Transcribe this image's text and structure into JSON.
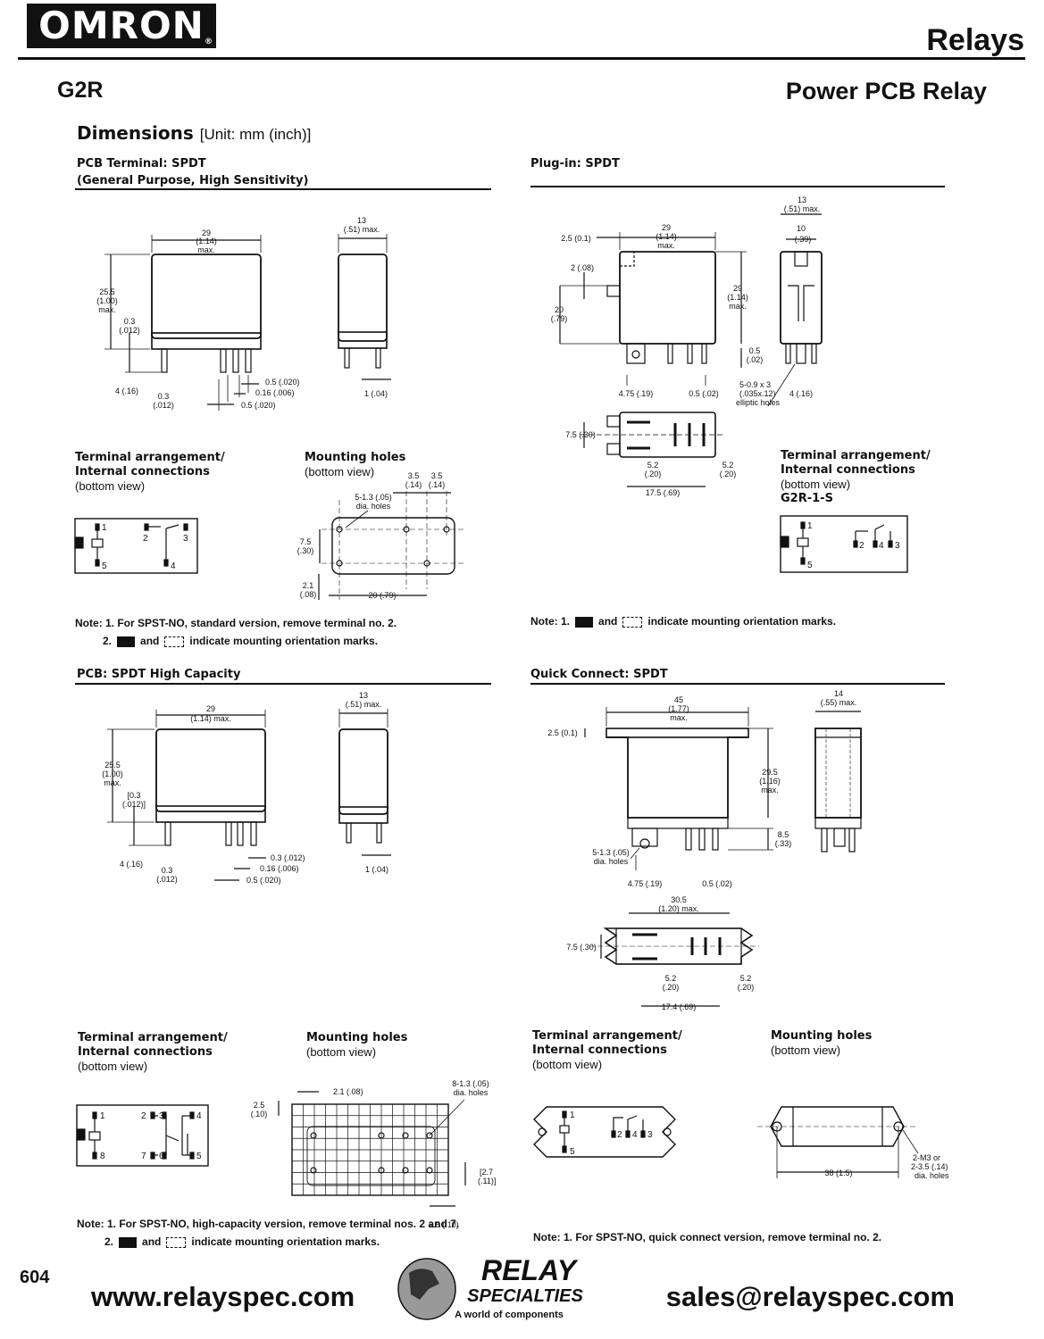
{
  "header": {
    "logo": "OMRON",
    "logo_reg": "®",
    "category": "Relays",
    "model": "G2R",
    "product": "Power PCB Relay"
  },
  "dimensions": {
    "title": "Dimensions",
    "unit": "[Unit: mm (inch)]"
  },
  "sections": {
    "pcb_spdt": {
      "title": "PCB Terminal: SPDT",
      "subtitle": "(General Purpose, High Sensitivity)"
    },
    "plugin_spdt": {
      "title": "Plug-in: SPDT"
    },
    "pcb_hc": {
      "title": "PCB: SPDT High Capacity"
    },
    "qc_spdt": {
      "title": "Quick Connect: SPDT"
    }
  },
  "subheads": {
    "term1": {
      "bold1": "Terminal arrangement/",
      "bold2": "Internal connections",
      "normal": "(bottom view)"
    },
    "mount1": {
      "bold": "Mounting holes",
      "normal": "(bottom view)"
    },
    "term2": {
      "bold1": "Terminal arrangement/",
      "bold2": "Internal connections",
      "normal": "(bottom view)",
      "model": "G2R-1-S"
    },
    "term3": {
      "bold1": "Terminal arrangement/",
      "bold2": "Internal connections",
      "normal": "(bottom view)"
    },
    "mount3": {
      "bold": "Mounting holes",
      "normal": "(bottom view)"
    },
    "term4": {
      "bold1": "Terminal arrangement/",
      "bold2": "Internal connections",
      "normal": "(bottom view)"
    },
    "mount4": {
      "bold": "Mounting holes",
      "normal": "(bottom view)"
    }
  },
  "notes": {
    "n1a": "Note: 1. For SPST-NO, standard version, remove terminal no. 2.",
    "n1b_pre": "2.",
    "n1b_and": "and",
    "n1b_post": "indicate mounting orientation marks.",
    "n2_pre": "Note: 1.",
    "n2_and": "and",
    "n2_post": "indicate mounting orientation marks.",
    "n3a": "Note: 1. For SPST-NO, high-capacity version, remove terminal nos. 2 and 7.",
    "n3b_pre": "2.",
    "n3b_and": "and",
    "n3b_post": "indicate mounting orientation marks.",
    "n4": "Note: 1. For SPST-NO, quick connect version, remove terminal no. 2."
  },
  "labels": {
    "d29": "29",
    "d114": "(1.14)",
    "max": "max.",
    "d13": "13",
    "d51max": "(.51) max.",
    "d255": "25.5",
    "d100": "(1.00)",
    "d03": "0.3",
    "d012": "(.012)",
    "d4": "4 (.16)",
    "d05_020": "0.5 (.020)",
    "d016": "0.16 (.006)",
    "d1": "1 (.04)",
    "d25_01": "2.5 (0.1)",
    "d2_08": "2 (.08)",
    "d20": "20",
    "d79": "(.79)",
    "d29b": "29",
    "d114b": "(1.14)",
    "d05": "0.5",
    "d02": "(.02)",
    "d475": "4.75 (.19)",
    "d05_02": "0.5 (.02)",
    "d10": "10",
    "d39": "(.39)",
    "ellip1": "5-0.9 x 3",
    "ellip2": "(.035x.12)",
    "ellip3": "elliptic holes",
    "d75_30": "7.5 (.30)",
    "d52": "5.2",
    "d20b": "(.20)",
    "d175": "17.5 (.69)",
    "d35": "3.5",
    "d14": "(.14)",
    "h513": "5-1.3 (.05)",
    "dia": "dia. holes",
    "d75": "7.5",
    "d30": "(.30)",
    "d21": "2.1",
    "d08": "(.08)",
    "d20_79": "20 (.79)",
    "d114max": "(1.14) max.",
    "d03b": "[0.3",
    "d012b": "(.012)]",
    "d03_012": "0.3 (.012)",
    "d45": "45",
    "d177": "(1.77)",
    "d14w": "14",
    "d55max": "(.55) max.",
    "d295": "29.5",
    "d116": "(1.16)",
    "d85": "8.5",
    "d33": "(.33)",
    "d305": "30.5",
    "d120max": "(1.20) max.",
    "d174": "17.4 (.69)",
    "d21_08": "2.1 (.08)",
    "d25": "2.5",
    "d10b": "(.10)",
    "h813": "8-1.3 (.05)",
    "d27": "[2.7",
    "d11": "(.11)]",
    "d25_10": "2.5 (.10)",
    "m3a": "2-M3 or",
    "m3b": "2-3.5 (.14)",
    "m3c": "dia. holes",
    "d38": "38 (1.5)",
    "t1": "1",
    "t2": "2",
    "t3": "3",
    "t4": "4",
    "t5": "5",
    "t6": "6",
    "t7": "7",
    "t8": "8"
  },
  "footer": {
    "page": "604",
    "website": "www.relayspec.com",
    "email": "sales@relayspec.com",
    "logo_line1": "RELAY",
    "logo_line2": "SPECIALTIES",
    "tagline": "A world of components"
  }
}
